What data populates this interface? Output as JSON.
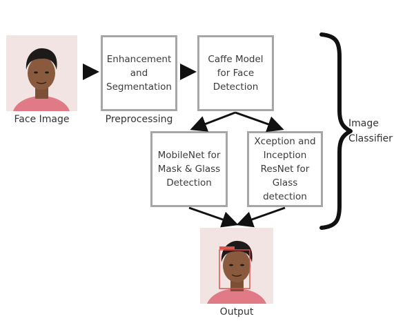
{
  "input": {
    "caption": "Face Image"
  },
  "boxes": {
    "enhancement": "Enhancement\nand\nSegmentation",
    "caffe": "Caffe Model\nfor Face\nDetection",
    "mobilenet": "MobileNet for\nMask & Glass\nDetection",
    "xception": "Xception and\nInception\nResNet for\nGlass\ndetection"
  },
  "labels": {
    "preprocessing": "Preprocessing",
    "classifier": "Image\nClassifier",
    "output": "Output"
  },
  "colors": {
    "box_border": "#a6a6a6",
    "arrow": "#111111",
    "detection_box": "#d9534f",
    "photo_bg": "#f1e4e2",
    "shirt": "#e07a86",
    "skin": "#8a5a3e",
    "hair": "#1e1a1a"
  },
  "icons": {
    "input_photo": "face-photo",
    "output_photo": "face-photo-with-detection",
    "brace": "right-curly-brace"
  }
}
